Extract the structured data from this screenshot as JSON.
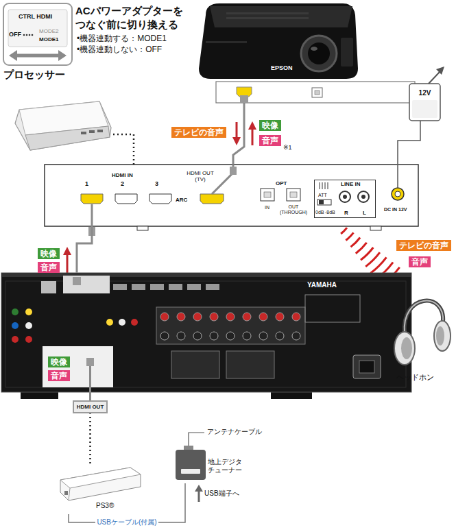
{
  "diagram": {
    "nodes": [
      {
        "text": [
          "CTRL HDMI",
          "OFF",
          "MODE2",
          "MODE1"
        ]
      },
      {
        "text": [
          "EPSON"
        ]
      },
      {
        "text": [
          "12V"
        ]
      },
      {
        "text": [
          "プロセッサー"
        ]
      },
      {
        "text": [
          "テレビの音声"
        ]
      },
      {
        "text": [
          "映像"
        ]
      },
      {
        "text": [
          "音声"
        ]
      },
      {
        "text": [
          "1",
          "HDMI IN",
          "2",
          "3",
          "HDMI OUT (TV)",
          "ARC",
          "OPT",
          "IN",
          "OUT (THROUGH)",
          "DC IN 12V"
        ]
      },
      {
        "text": [
          "LINE IN",
          "ATT",
          "0dB",
          "-8dB",
          "R",
          "L"
        ],
        "in": 7
      },
      {
        "text": [
          "テレビの音声"
        ]
      },
      {
        "text": [
          "映像"
        ]
      },
      {
        "text": [
          "音声"
        ]
      },
      {
        "text": [
          "音声"
        ]
      },
      {
        "text": [
          "YAMAHA"
        ]
      },
      {
        "text": [
          "ヘッドホン"
        ]
      },
      {
        "text": [
          "映像"
        ],
        "in": 13
      },
      {
        "text": [
          "音声"
        ],
        "in": 13
      },
      {
        "text": [
          "HDMI OUT"
        ]
      },
      {
        "text": [
          "地上デジタ チューナー"
        ]
      },
      {
        "text": [
          "PS3®"
        ]
      }
    ],
    "edges": [
      {
        "from": 7,
        "to": 1,
        "arrow": "none"
      },
      {
        "from": 2,
        "to": 7,
        "arrow": "none"
      },
      {
        "from": 3,
        "to": 7,
        "arrow": "none"
      },
      {
        "from": 13,
        "to": 7,
        "arrow": "none"
      },
      {
        "from": 17,
        "to": 13,
        "arrow": "none"
      },
      {
        "from": 19,
        "to": 17,
        "arrow": "none"
      },
      {
        "from": 19,
        "to": 18,
        "label": "USBケーブル(付属)",
        "arrow": "none"
      }
    ],
    "labels": [
      "ACパワーアダプターを つなぐ前に切り換える",
      "•機器連動する：MODE1",
      "•機器連動しない：OFF",
      "※1",
      "アンテナケーブル",
      "USB端子へ"
    ]
  }
}
